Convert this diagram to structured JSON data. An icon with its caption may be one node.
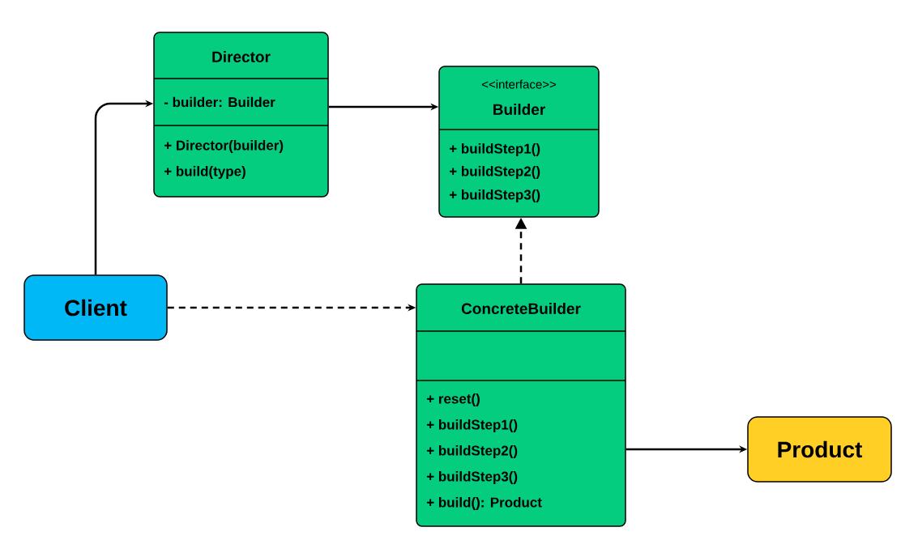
{
  "diagram": {
    "nodes": [
      {
        "text": [
          "Director",
          "- builder: Builder",
          "+ Director(builder)",
          "+ build(type)"
        ]
      },
      {
        "text": [
          "<<interface>>",
          "Builder",
          "+ buildStep1()",
          "+ buildStep2()",
          "+ buildStep3()"
        ]
      },
      {
        "text": [
          "Client"
        ]
      },
      {
        "text": [
          "ConcreteBuilder",
          "+ reset()",
          "+ buildStep1()",
          "+ buildStep2()",
          "+ buildStep3()",
          "+ build(): Product"
        ]
      },
      {
        "text": [
          "Product"
        ]
      }
    ],
    "edges": [
      {
        "from": 2,
        "to": 0,
        "arrow": "to"
      },
      {
        "from": 0,
        "to": 1,
        "arrow": "to"
      },
      {
        "from": 2,
        "to": 3,
        "arrow": "to",
        "style": "dashed"
      },
      {
        "from": 3,
        "to": 1,
        "arrow": "to",
        "style": "dashed"
      },
      {
        "from": 3,
        "to": 4,
        "arrow": "to"
      }
    ]
  }
}
